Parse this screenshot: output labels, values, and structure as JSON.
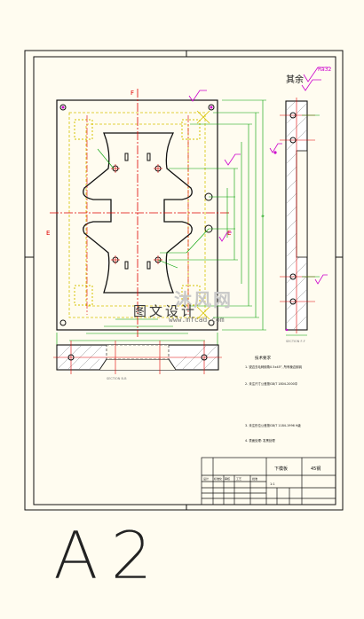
{
  "sheet": {
    "format_label": "A2",
    "roughness_label": "其余",
    "roughness_value": "Ra32"
  },
  "watermark": {
    "brand": "沐风网",
    "caption": "图文设计",
    "url": "www.mfcad.com"
  },
  "views": {
    "section_b": "SECTION B-B",
    "section_f": "SECTION F-F",
    "cut_e_left": "E",
    "cut_e_right": "E",
    "cut_f_top": "F"
  },
  "notes": {
    "title": "技术要求",
    "items": [
      "1. 锐边去毛刺倒角0.5x45°, 所有棱边倒钝",
      "2. 未注尺寸公差按GB/T 1804-2000中",
      "3. 未注形位公差按GB/T 1184-1996 H级",
      "4. 表面处理: 发黑处理"
    ]
  },
  "title_block": {
    "part_name": "下模板",
    "material": "45钢",
    "scale": "1:1",
    "header_cells": [
      "设计",
      "标准化",
      "审核",
      "工艺",
      "批准"
    ]
  },
  "colors": {
    "line": "#111111",
    "center": "#e00000",
    "hidden": "#d6c200",
    "dimension": "#00a000",
    "annotation": "#cc00cc",
    "hatch": "#7a7a7a"
  }
}
